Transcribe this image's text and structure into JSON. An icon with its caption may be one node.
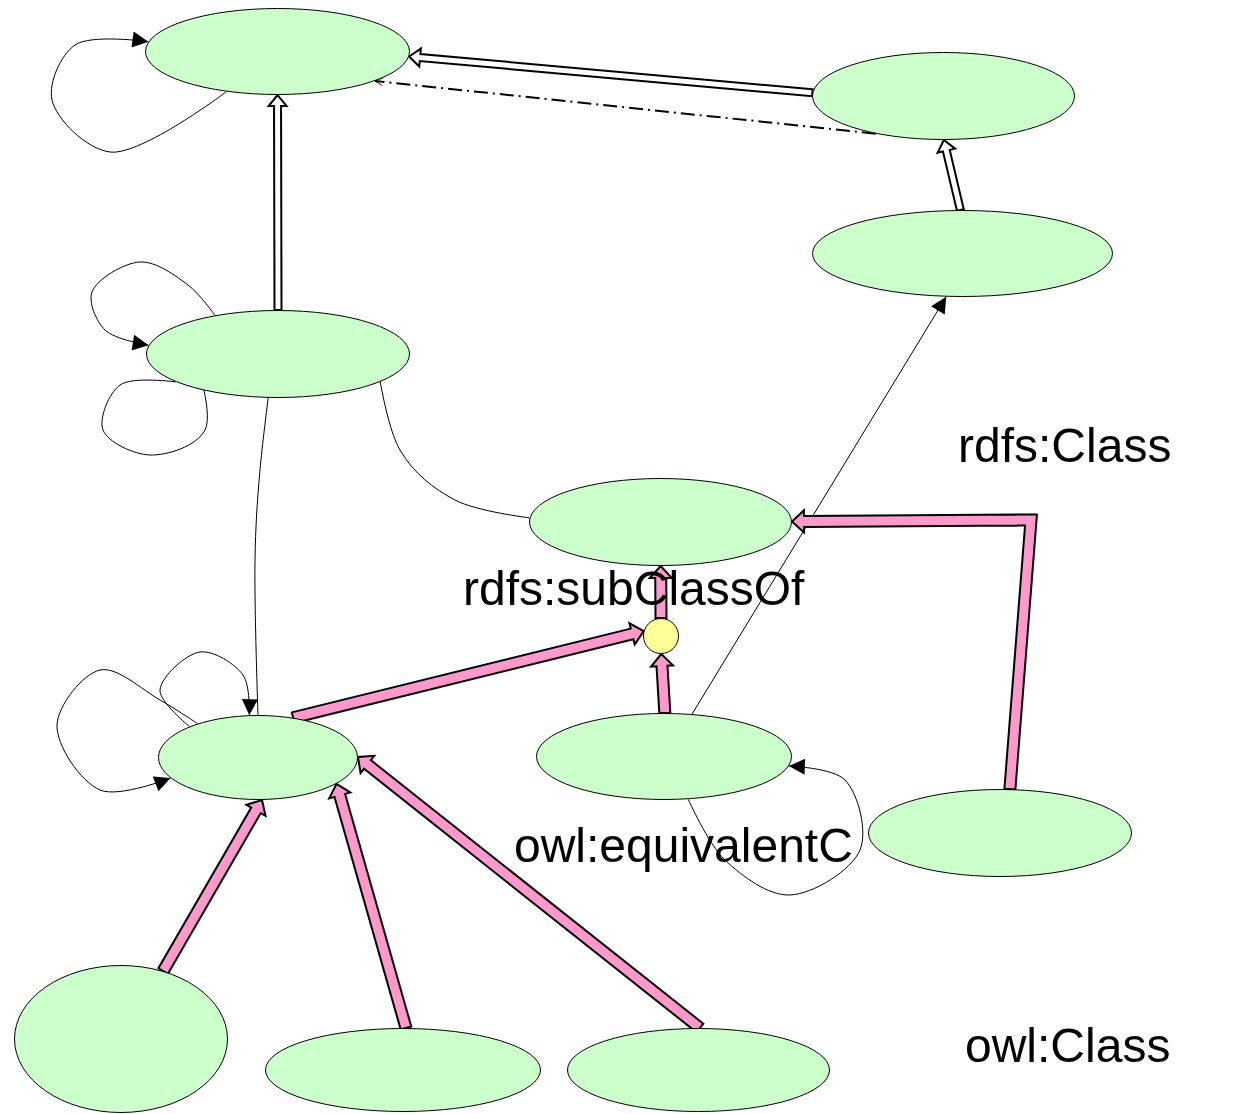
{
  "diagram": {
    "nodes": [
      {
        "text": [],
        "shape": "ellipse"
      },
      {
        "text": [],
        "shape": "ellipse"
      },
      {
        "text": [],
        "shape": "ellipse"
      },
      {
        "text": [],
        "shape": "ellipse"
      },
      {
        "text": [],
        "shape": "ellipse"
      },
      {
        "text": [],
        "shape": "circle"
      },
      {
        "text": [],
        "shape": "ellipse"
      },
      {
        "text": [],
        "shape": "ellipse"
      },
      {
        "text": [],
        "shape": "ellipse"
      },
      {
        "text": [],
        "shape": "ellipse"
      },
      {
        "text": [],
        "shape": "ellipse"
      },
      {
        "text": [],
        "shape": "ellipse"
      }
    ],
    "edges": [
      {
        "from": 1,
        "to": 0,
        "arrow": "to",
        "style": "thick"
      },
      {
        "from": 1,
        "to": 0,
        "arrow": "to",
        "style": "dashed"
      },
      {
        "from": 3,
        "to": 0,
        "arrow": "to",
        "style": "thick"
      },
      {
        "from": 2,
        "to": 1,
        "arrow": "to",
        "style": "thick"
      },
      {
        "from": 0,
        "to": 0,
        "arrow": "to"
      },
      {
        "from": 3,
        "to": 3,
        "arrow": "to"
      },
      {
        "from": 3,
        "to": 3,
        "arrow": "to"
      },
      {
        "from": 6,
        "to": 3,
        "arrow": "to"
      },
      {
        "from": 4,
        "to": 3,
        "arrow": "to"
      },
      {
        "from": 7,
        "to": 2,
        "arrow": "to"
      },
      {
        "from": 6,
        "to": 6,
        "arrow": "to"
      },
      {
        "from": 6,
        "to": 6,
        "arrow": "to"
      },
      {
        "from": 7,
        "to": 7,
        "arrow": "to"
      },
      {
        "from": 6,
        "to": 5,
        "arrow": "to",
        "style": "thick",
        "color": "#ff99cc"
      },
      {
        "from": 7,
        "to": 5,
        "arrow": "to",
        "style": "thick",
        "color": "#ff99cc"
      },
      {
        "from": 5,
        "to": 4,
        "arrow": "to",
        "style": "thick",
        "color": "#ff99cc"
      },
      {
        "from": 8,
        "to": 4,
        "arrow": "to",
        "style": "thick",
        "color": "#ff99cc"
      },
      {
        "from": 9,
        "to": 6,
        "arrow": "to",
        "style": "thick",
        "color": "#ff99cc"
      },
      {
        "from": 10,
        "to": 6,
        "arrow": "to",
        "style": "thick",
        "color": "#ff99cc"
      },
      {
        "from": 11,
        "to": 6,
        "arrow": "to",
        "style": "thick",
        "color": "#ff99cc"
      }
    ],
    "labels": [
      "rdfs:Class",
      "rdfs:subClassOf",
      "owl:equivalentC",
      "owl:Class"
    ]
  }
}
